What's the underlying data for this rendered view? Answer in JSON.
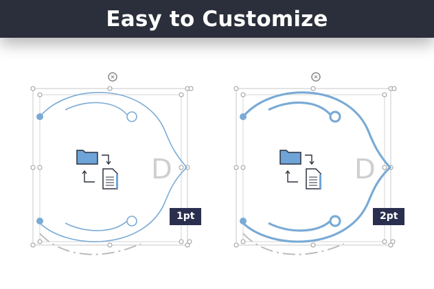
{
  "header": {
    "title": "Easy to Customize"
  },
  "colors": {
    "accent": "#7aaad5",
    "header_bg": "#2b2f3b",
    "badge_bg": "#2b2f4f",
    "folder_fill": "#6ea4d8"
  },
  "panels": [
    {
      "badge": "1pt",
      "stroke_weight": 1,
      "letter": "D"
    },
    {
      "badge": "2pt",
      "stroke_weight": 2,
      "letter": "D"
    }
  ],
  "icons": [
    "rotate-handle-icon",
    "folder-icon",
    "document-icon",
    "arrow-icon"
  ]
}
